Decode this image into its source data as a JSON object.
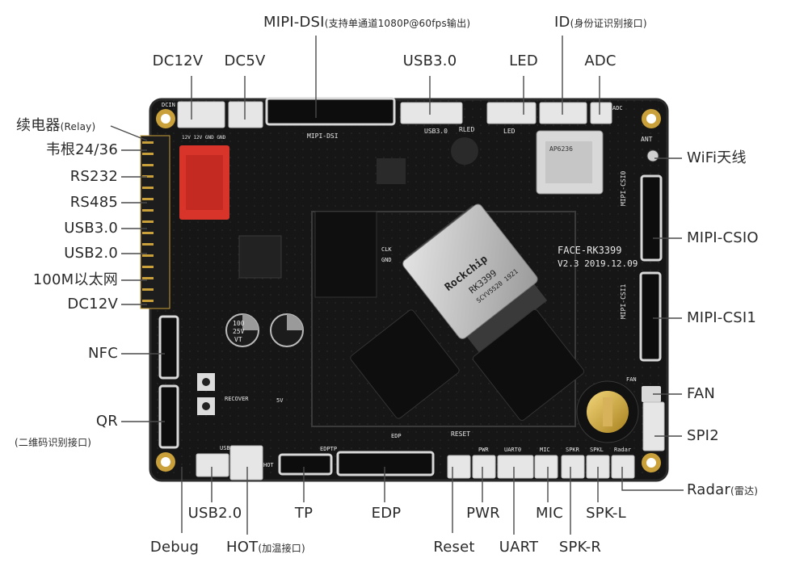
{
  "colors": {
    "board": "#151515",
    "board_edge": "#2a2a2a",
    "connector": "#e6e6e6",
    "gold": "#c9a03a",
    "relay": "#d9342a",
    "leader": "#4a4a4a",
    "text": "#2a2a2a"
  },
  "board": {
    "model": "FACE-RK3399",
    "version": "V2.3",
    "date": "2019.12.09",
    "chip_brand": "Rockchip",
    "chip_model": "RK3399",
    "chip_code": "SCYV5520 1921",
    "silk": {
      "usb3": "USB3.0",
      "led": "LED",
      "adc": "ADC",
      "mipi_dsi": "MIPI-DSI",
      "rled": "RLED",
      "ant": "ANT",
      "csi0": "MIPI-CSI0",
      "csi1": "MIPI-CSI1",
      "fan": "FAN",
      "reset": "RESET",
      "recover": "RECOVER",
      "edp": "EDP",
      "edptp": "EDPTP",
      "hot": "HOT",
      "usb": "USB",
      "pwr": "PWR",
      "uart": "UART0",
      "mic": "MIC",
      "spkr": "SPKR",
      "spkl": "SPKL",
      "radar": "Radar",
      "dcin": "DCIN",
      "clk": "CLK",
      "gnd": "GND",
      "cap1": "100",
      "cap2": "25V",
      "cap3": "VT",
      "v5": "5V",
      "row_12v": "12V 12V GND GND",
      "wifi": "AP6236"
    }
  },
  "labels": {
    "mipi_dsi": "MIPI-DSI",
    "mipi_dsi_sub": "(支持单通道1080P@60fps输出)",
    "id": "ID",
    "id_sub": "(身份证识别接口)",
    "dc12v_top": "DC12V",
    "dc5v": "DC5V",
    "usb30_top": "USB3.0",
    "led": "LED",
    "adc": "ADC",
    "relay": "续电器",
    "relay_sub": "(Relay)",
    "wiegand": "韦根24/36",
    "rs232": "RS232",
    "rs485": "RS485",
    "usb30_left": "USB3.0",
    "usb20_left": "USB2.0",
    "ethernet": "100M以太网",
    "dc12v_left": "DC12V",
    "nfc": "NFC",
    "qr": "QR",
    "qr_sub": "(二维码识别接口)",
    "wifi": "WiFi天线",
    "csi0": "MIPI-CSIO",
    "csi1": "MIPI-CSI1",
    "fan": "FAN",
    "spi2": "SPI2",
    "radar": "Radar",
    "radar_sub": "(雷达)",
    "usb20_bottom": "USB2.0",
    "tp": "TP",
    "edp": "EDP",
    "pwr": "PWR",
    "mic": "MIC",
    "spkl": "SPK-L",
    "debug": "Debug",
    "hot": "HOT",
    "hot_sub": "(加温接口)",
    "reset": "Reset",
    "uart": "UART",
    "spkr": "SPK-R"
  }
}
